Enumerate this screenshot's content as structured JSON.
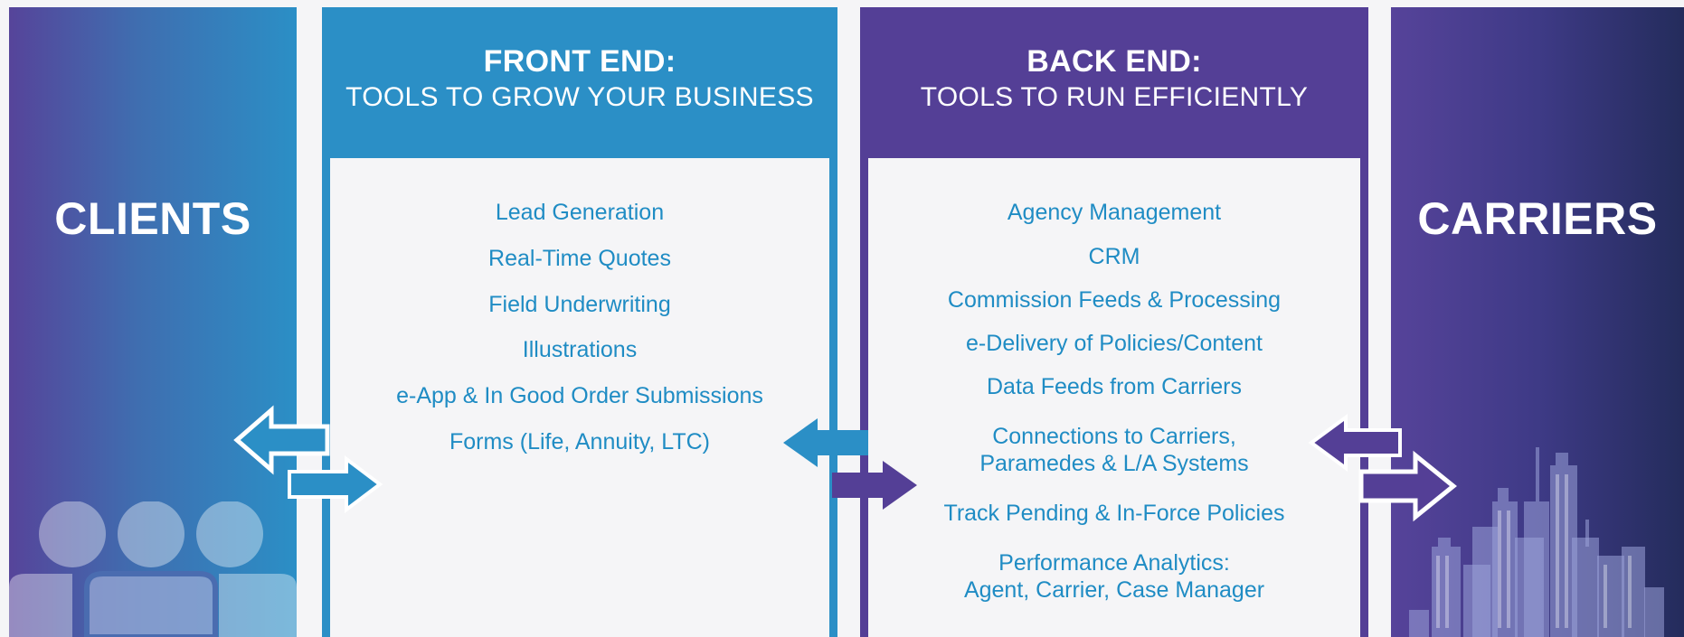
{
  "clients": {
    "title": "CLIENTS"
  },
  "carriers": {
    "title": "CARRIERS"
  },
  "front_end": {
    "heading": "FRONT END:",
    "subheading": "TOOLS TO GROW YOUR BUSINESS",
    "items": [
      "Lead Generation",
      "Real-Time Quotes",
      "Field Underwriting",
      "Illustrations",
      "e-App & In Good Order Submissions",
      "Forms (Life, Annuity, LTC)"
    ]
  },
  "back_end": {
    "heading": "BACK END:",
    "subheading": "TOOLS TO RUN EFFICIENTLY",
    "items": [
      "Agency Management",
      "CRM",
      "Commission Feeds & Processing",
      "e-Delivery of Policies/Content",
      "Data Feeds from Carriers",
      "Connections to Carriers,",
      "Paramedes & L/A Systems",
      "Track Pending & In-Force Policies",
      "Performance Analytics:",
      "Agent, Carrier, Case Manager"
    ]
  },
  "colors": {
    "blue": "#2b8fc6",
    "purple": "#543f96",
    "text_blue": "#1f8cc4"
  },
  "icons": [
    "people-icon",
    "city-skyline-icon",
    "arrow-left-icon",
    "arrow-right-icon"
  ]
}
